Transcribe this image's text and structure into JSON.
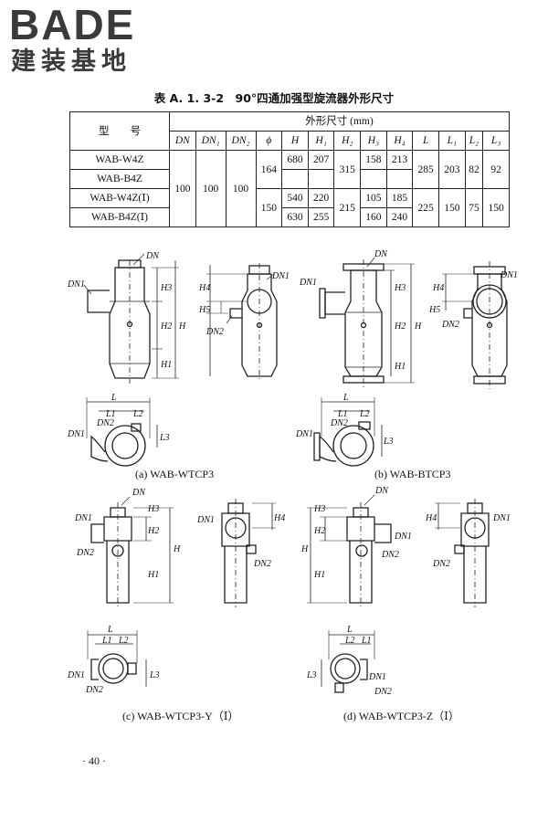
{
  "logo": {
    "brand": "BADE",
    "brand_cn": "建装基地"
  },
  "table": {
    "caption": "表 A. 1. 3-2　90°四通加强型旋流器外形尺寸",
    "model_header": "型　　号",
    "dims_header": "外形尺寸 (mm)",
    "columns": [
      "DN",
      "DN₁",
      "DN₂",
      "ϕ",
      "H",
      "H₁",
      "H₂",
      "H₃",
      "H₄",
      "L",
      "L₁",
      "L₂",
      "L₃"
    ],
    "models": [
      "WAB-W4Z",
      "WAB-B4Z",
      "WAB-W4Z(Ⅰ)",
      "WAB-B4Z(Ⅰ)"
    ],
    "dn": "100",
    "dn1": "100",
    "dn2": "100",
    "phi_a": "164",
    "phi_b": "150",
    "h_r1": "680",
    "h1_r1": "207",
    "h2_a": "315",
    "h3_r1": "158",
    "h4_r1": "213",
    "l_a": "285",
    "l1_a": "203",
    "l2_a": "82",
    "l3_a": "92",
    "h_r3": "540",
    "h1_r3": "220",
    "h2_b": "215",
    "h3_r3": "105",
    "h4_r3": "185",
    "h_r4": "630",
    "h1_r4": "255",
    "h3_r4": "160",
    "h4_r4": "240",
    "l_b": "225",
    "l1_b": "150",
    "l2_b": "75",
    "l3_b": "150"
  },
  "figures": {
    "a": "(a) WAB-WTCP3",
    "b": "(b) WAB-BTCP3",
    "c": "(c) WAB-WTCP3-Y（Ⅰ）",
    "d": "(d) WAB-WTCP3-Z（Ⅰ）"
  },
  "labels": {
    "dn": "DN",
    "dn1": "DN1",
    "dn2": "DN2",
    "h": "H",
    "h1": "H1",
    "h2": "H2",
    "h3": "H3",
    "h4": "H4",
    "h5": "H5",
    "l": "L",
    "l1": "L1",
    "l2": "L2",
    "l3": "L3"
  },
  "page_number": "· 40 ·"
}
